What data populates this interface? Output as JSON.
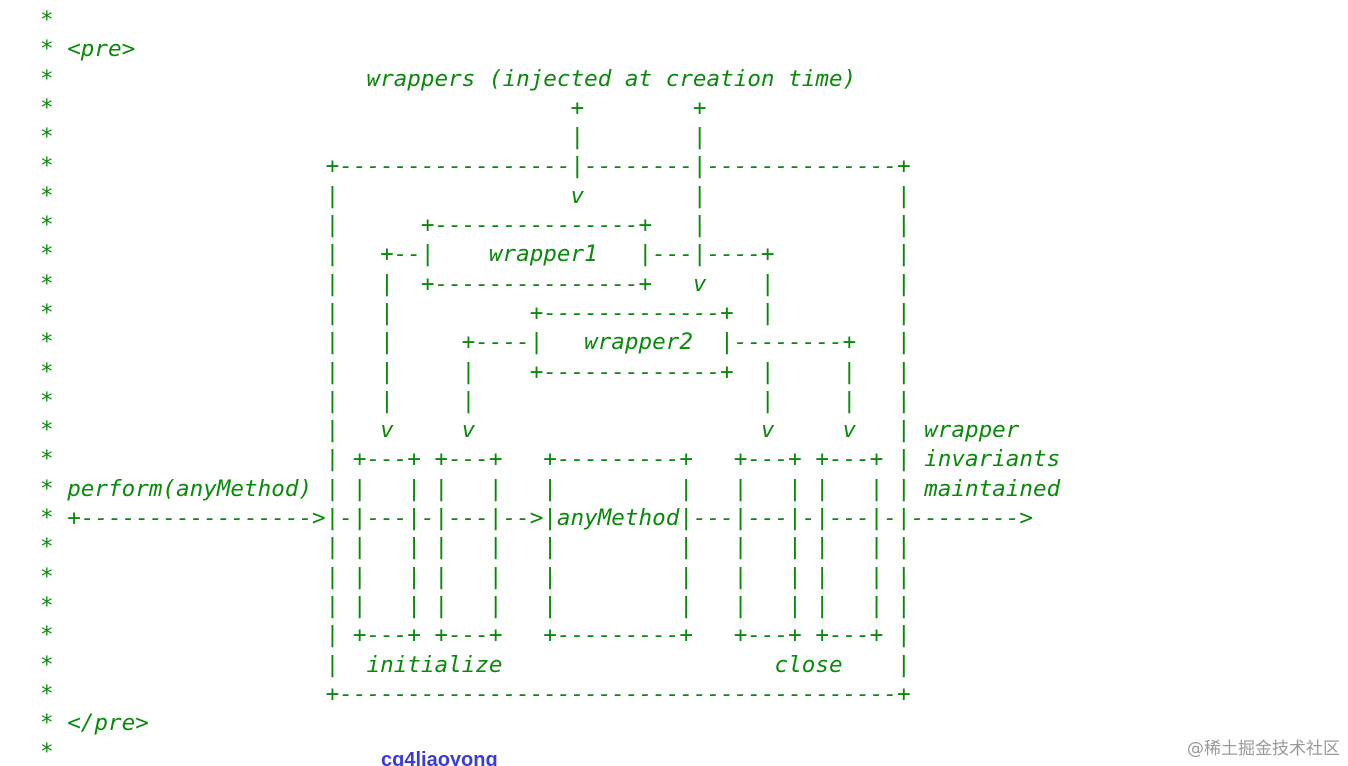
{
  "colors": {
    "code_text": "#0a8a0a",
    "author_text": "#3b3bd6",
    "watermark_text": "#9a9a9a",
    "background": "#ffffff"
  },
  "diagram": {
    "lines": [
      "*",
      "* <pre>",
      "*                       wrappers (injected at creation time)",
      "*                                      +        +",
      "*                                      |        |",
      "*                    +-----------------|--------|--------------+",
      "*                    |                 v        |              |",
      "*                    |      +---------------+   |              |",
      "*                    |   +--|    wrapper1   |---|----+         |",
      "*                    |   |  +---------------+   v    |         |",
      "*                    |   |          +-------------+  |         |",
      "*                    |   |     +----|   wrapper2  |--------+   |",
      "*                    |   |     |    +-------------+  |     |   |",
      "*                    |   |     |                     |     |   |",
      "*                    |   v     v                     v     v   | wrapper",
      "*                    | +---+ +---+   +---------+   +---+ +---+ | invariants",
      "* perform(anyMethod) | |   | |   |   |         |   |   | |   | | maintained",
      "* +----------------->|-|---|-|---|-->|anyMethod|---|---|-|---|-|-------->",
      "*                    | |   | |   |   |         |   |   | |   | |",
      "*                    | |   | |   |   |         |   |   | |   | |",
      "*                    | |   | |   |   |         |   |   | |   | |",
      "*                    | +---+ +---+   +---------+   +---+ +---+ |",
      "*                    |  initialize                    close    |",
      "*                    +-----------------------------------------+",
      "* </pre>",
      "*"
    ]
  },
  "footer": {
    "author": "cg4liaoyong",
    "watermark": "@稀土掘金技术社区"
  }
}
